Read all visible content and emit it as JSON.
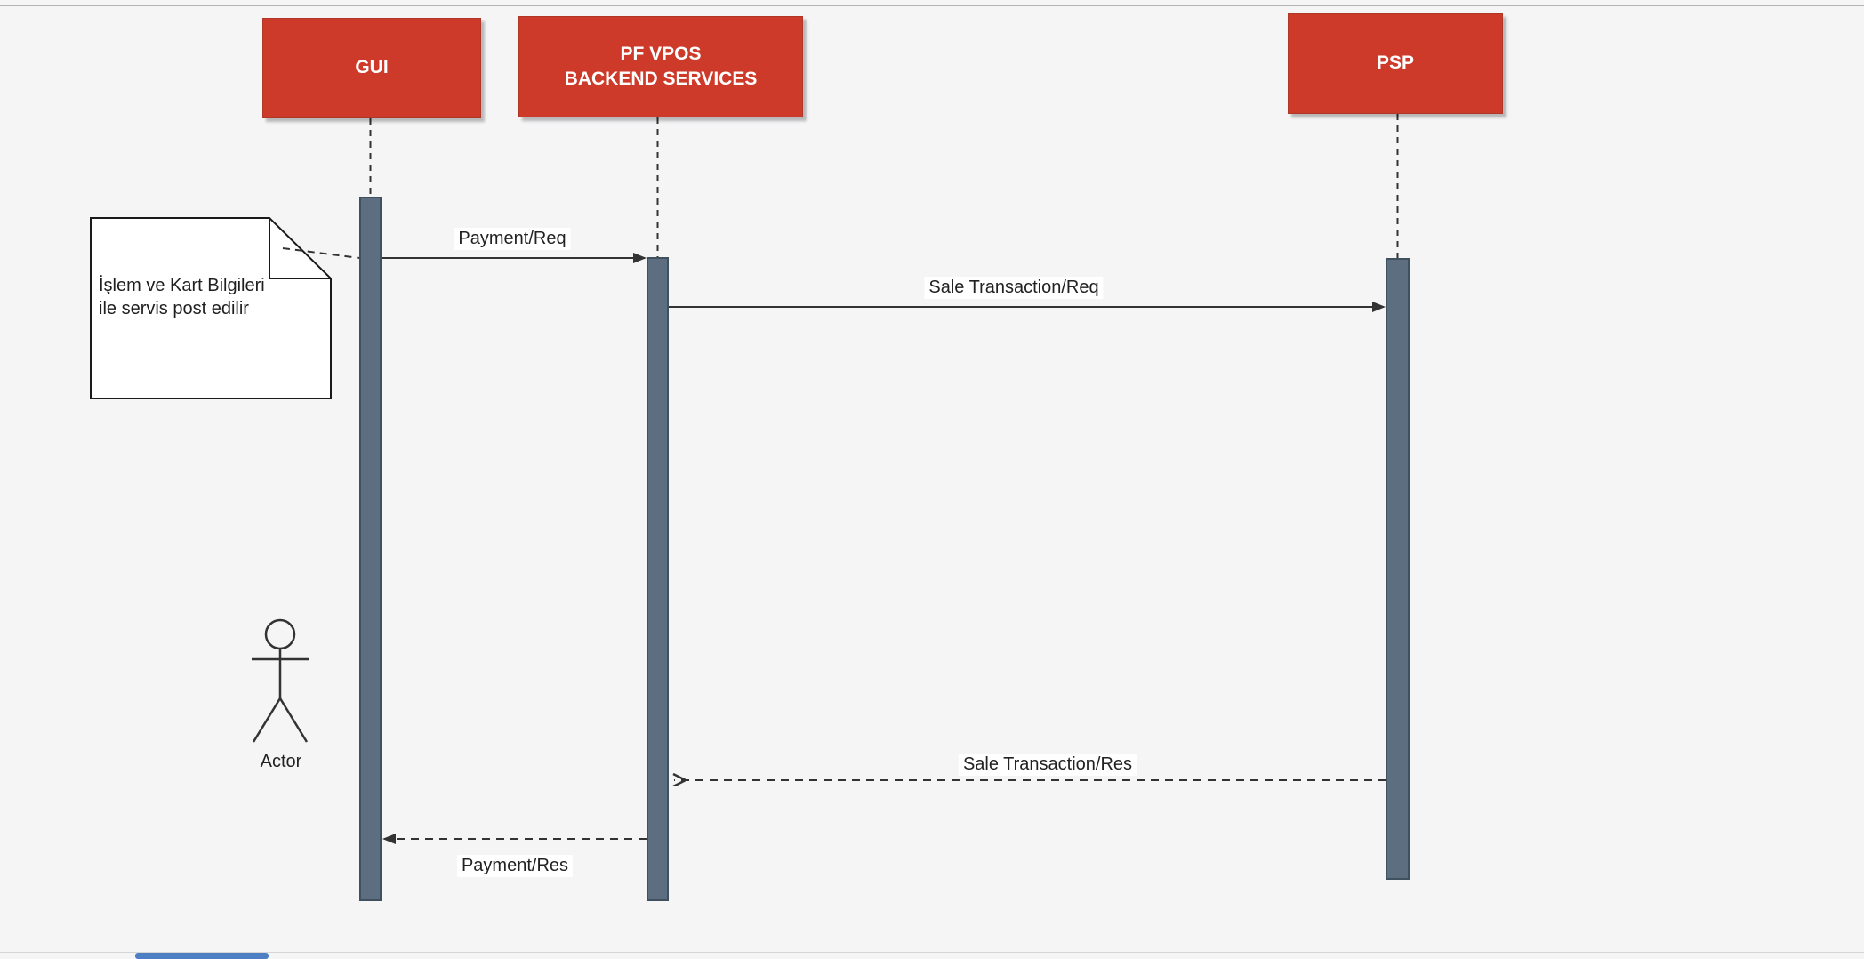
{
  "diagram": {
    "type": "sequence-diagram"
  },
  "participants": [
    {
      "id": "gui",
      "label": "GUI"
    },
    {
      "id": "pf-vpos-backend-services",
      "label": "PF VPOS\nBACKEND SERVICES"
    },
    {
      "id": "psp",
      "label": "PSP"
    }
  ],
  "messages": [
    {
      "label": "Payment/Req",
      "from": "GUI",
      "to": "PF VPOS BACKEND SERVICES",
      "line": "solid",
      "arrowhead": "filled"
    },
    {
      "label": "Sale Transaction/Req",
      "from": "PF VPOS BACKEND SERVICES",
      "to": "PSP",
      "line": "solid",
      "arrowhead": "filled"
    },
    {
      "label": "Sale Transaction/Res",
      "from": "PSP",
      "to": "PF VPOS BACKEND SERVICES",
      "line": "dashed",
      "arrowhead": "open"
    },
    {
      "label": "Payment/Res",
      "from": "PF VPOS BACKEND SERVICES",
      "to": "GUI",
      "line": "dashed",
      "arrowhead": "filled"
    }
  ],
  "note": {
    "text": "İşlem ve Kart Bilgileri\nile servis post edilir",
    "attached_to": "GUI"
  },
  "actor": {
    "label": "Actor"
  },
  "colors": {
    "background": "#f5f5f6",
    "participant_fill": "#cd3a2a",
    "participant_text": "#ffffff",
    "activation_fill": "#5c6e80",
    "activation_stroke": "#3f505e",
    "line": "#333333",
    "note_fill": "#ffffff",
    "note_stroke": "#1a1a1a",
    "scrollbar": "#4d7fc4"
  }
}
